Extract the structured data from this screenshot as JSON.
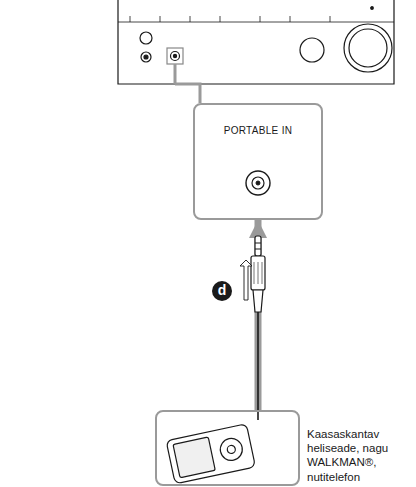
{
  "diagram": {
    "nodes": [
      {
        "text": [
          "PORTABLE IN"
        ]
      },
      {
        "text": [
          "Kaasaskantav heliseade, nagu WALKMAN®, nutitelefon"
        ]
      }
    ],
    "edges": [
      {
        "from": 1,
        "to": 0,
        "arrow": "to"
      }
    ],
    "labels": [
      "d"
    ]
  }
}
